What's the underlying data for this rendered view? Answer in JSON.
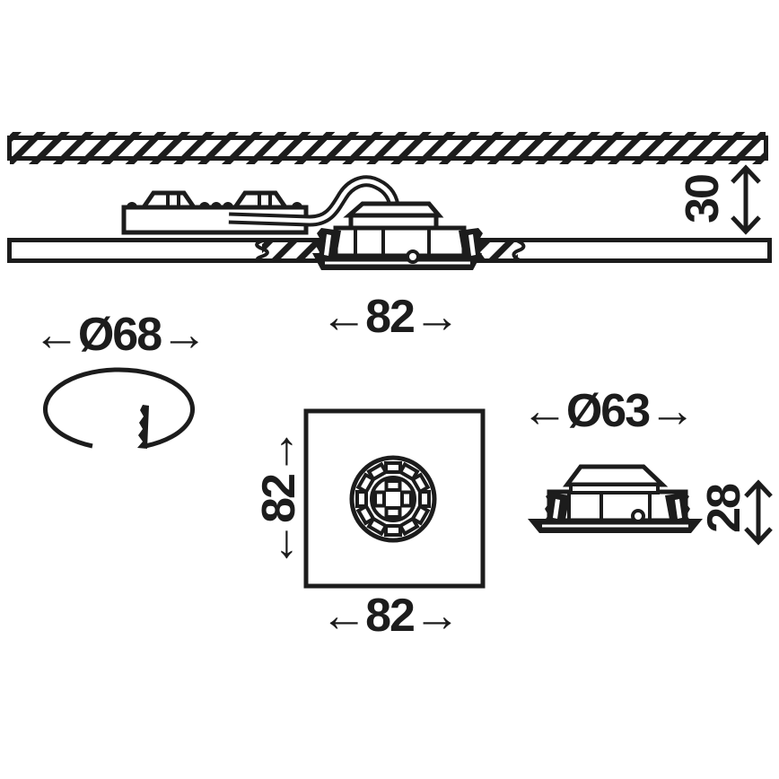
{
  "figure": {
    "type": "technical-dimension-drawing",
    "subject": "recessed LED downlight installation cross-section and views",
    "colors": {
      "line": "#1c1c1c",
      "background": "#ffffff"
    }
  },
  "dimensions": {
    "recess_depth": {
      "value": "30",
      "display": "30"
    },
    "overall_width": {
      "value": "82",
      "display": "←82→"
    },
    "cutout_diameter": {
      "value": "Ø68",
      "display": "←Ø68→"
    },
    "front_height": {
      "value": "82",
      "display": "←82→"
    },
    "front_width": {
      "value": "82",
      "display": "←82→"
    },
    "housing_diameter": {
      "value": "Ø63",
      "display": "←Ø63→"
    },
    "housing_height": {
      "value": "28",
      "display": "28"
    }
  }
}
